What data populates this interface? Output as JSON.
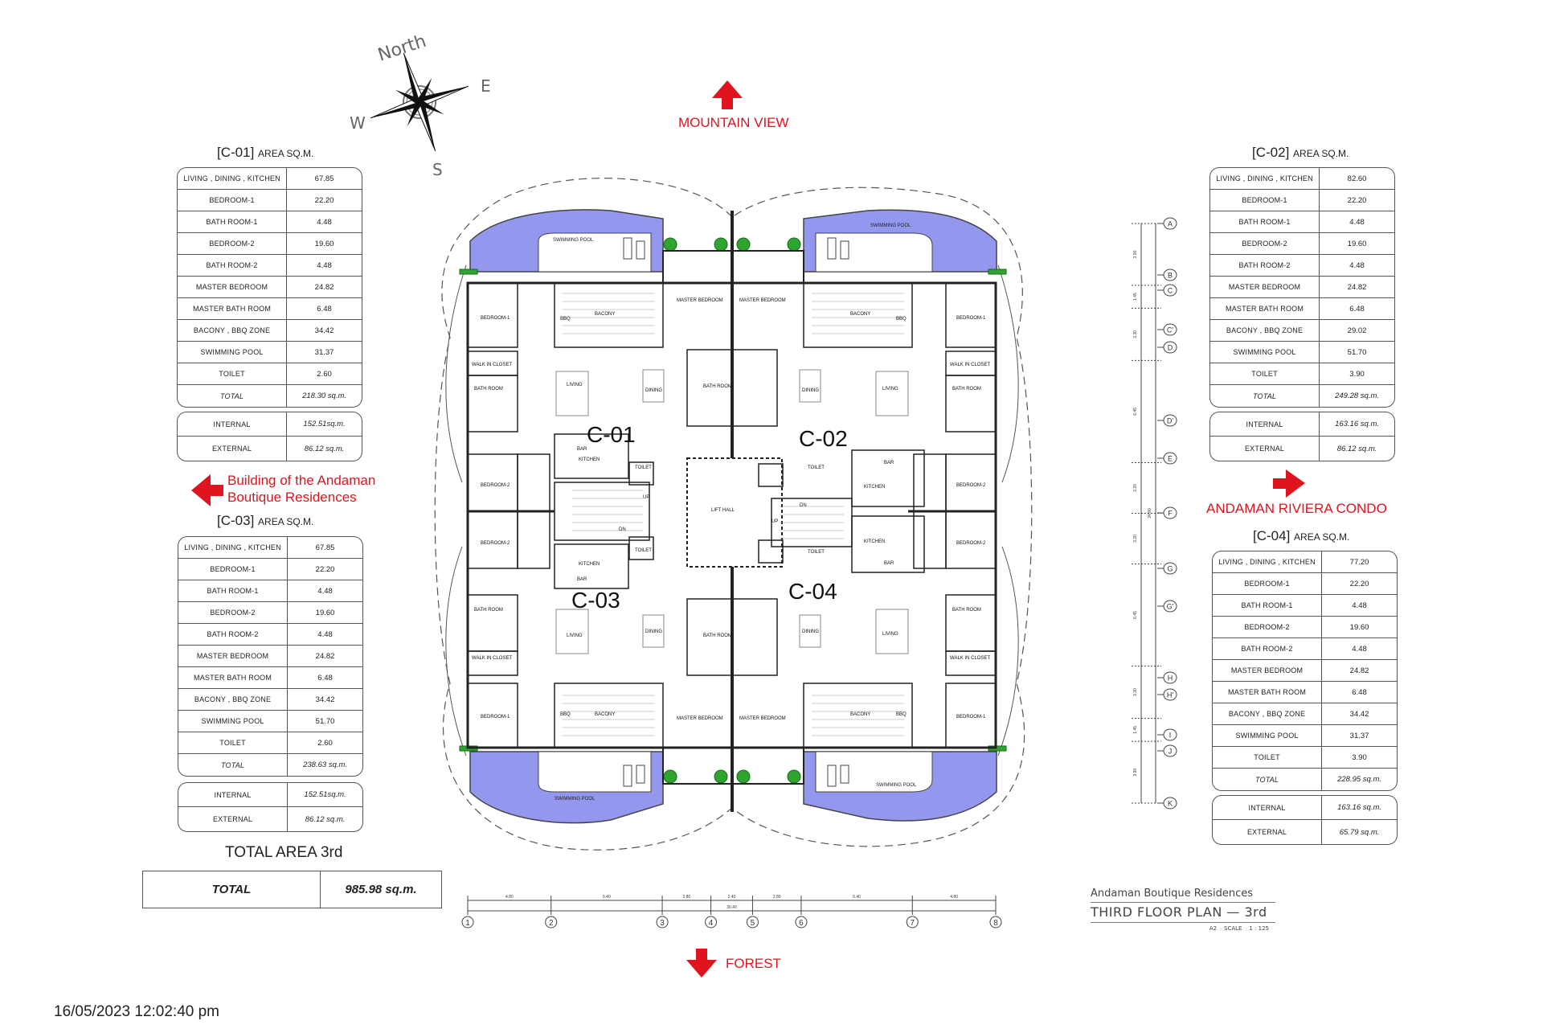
{
  "compass": {
    "north": "North",
    "east": "E",
    "south": "S",
    "west": "W"
  },
  "directions": {
    "top": "MOUNTAIN VIEW",
    "bottom": "FOREST",
    "left_line1": "Building of the Andaman",
    "left_line2": "Boutique Residences",
    "right": "ANDAMAN RIVIERA CONDO"
  },
  "units": [
    {
      "id": "[C-01]",
      "sub": "AREA SQ.M.",
      "rows": [
        [
          "LIVING , DINING , KITCHEN",
          "67.85"
        ],
        [
          "BEDROOM-1",
          "22.20"
        ],
        [
          "BATH ROOM-1",
          "4.48"
        ],
        [
          "BEDROOM-2",
          "19.60"
        ],
        [
          "BATH ROOM-2",
          "4.48"
        ],
        [
          "MASTER BEDROOM",
          "24.82"
        ],
        [
          "MASTER BATH ROOM",
          "6.48"
        ],
        [
          "BACONY , BBQ  ZONE",
          "34.42"
        ],
        [
          "SWIMMING POOL",
          "31.37"
        ],
        [
          "TOILET",
          "2.60"
        ],
        [
          "TOTAL",
          "218.30 sq.m."
        ]
      ],
      "internal": [
        "INTERNAL",
        "152.51sq.m."
      ],
      "external": [
        "EXTERNAL",
        "86.12 sq.m."
      ]
    },
    {
      "id": "[C-02]",
      "sub": "AREA SQ.M.",
      "rows": [
        [
          "LIVING , DINING , KITCHEN",
          "82.60"
        ],
        [
          "BEDROOM-1",
          "22.20"
        ],
        [
          "BATH ROOM-1",
          "4.48"
        ],
        [
          "BEDROOM-2",
          "19.60"
        ],
        [
          "BATH ROOM-2",
          "4.48"
        ],
        [
          "MASTER BEDROOM",
          "24.82"
        ],
        [
          "MASTER BATH ROOM",
          "6.48"
        ],
        [
          "BACONY , BBQ  ZONE",
          "29.02"
        ],
        [
          "SWIMMING POOL",
          "51.70"
        ],
        [
          "TOILET",
          "3.90"
        ],
        [
          "TOTAL",
          "249.28 sq.m."
        ]
      ],
      "internal": [
        "INTERNAL",
        "163.16 sq.m."
      ],
      "external": [
        "EXTERNAL",
        "86.12 sq.m."
      ]
    },
    {
      "id": "[C-03]",
      "sub": "AREA SQ.M.",
      "rows": [
        [
          "LIVING , DINING , KITCHEN",
          "67.85"
        ],
        [
          "BEDROOM-1",
          "22.20"
        ],
        [
          "BATH ROOM-1",
          "4.48"
        ],
        [
          "BEDROOM-2",
          "19.60"
        ],
        [
          "BATH ROOM-2",
          "4.48"
        ],
        [
          "MASTER BEDROOM",
          "24.82"
        ],
        [
          "MASTER BATH ROOM",
          "6.48"
        ],
        [
          "BACONY , BBQ  ZONE",
          "34.42"
        ],
        [
          "SWIMMING POOL",
          "51.70"
        ],
        [
          "TOILET",
          "2.60"
        ],
        [
          "TOTAL",
          "238.63 sq.m."
        ]
      ],
      "internal": [
        "INTERNAL",
        "152.51sq.m."
      ],
      "external": [
        "EXTERNAL",
        "86.12 sq.m."
      ]
    },
    {
      "id": "[C-04]",
      "sub": "AREA SQ.M.",
      "rows": [
        [
          "LIVING , DINING , KITCHEN",
          "77.20"
        ],
        [
          "BEDROOM-1",
          "22.20"
        ],
        [
          "BATH ROOM-1",
          "4.48"
        ],
        [
          "BEDROOM-2",
          "19.60"
        ],
        [
          "BATH ROOM-2",
          "4.48"
        ],
        [
          "MASTER BEDROOM",
          "24.82"
        ],
        [
          "MASTER BATH ROOM",
          "6.48"
        ],
        [
          "BACONY , BBQ  ZONE",
          "34.42"
        ],
        [
          "SWIMMING POOL",
          "31.37"
        ],
        [
          "TOILET",
          "3.90"
        ],
        [
          "TOTAL",
          "228.95 sq.m."
        ]
      ],
      "internal": [
        "INTERNAL",
        "163.16 sq.m."
      ],
      "external": [
        "EXTERNAL",
        "65.79 sq.m."
      ]
    }
  ],
  "total_area": {
    "heading": "TOTAL AREA  3rd",
    "label": "TOTAL",
    "value": "985.98 sq.m."
  },
  "timestamp": "16/05/2023 12:02:40 pm",
  "title_block": {
    "project": "Andaman Boutique Residences",
    "title": "THIRD FLOOR PLAN  —  3rd",
    "sheet": "A2",
    "scale_label": "SCALE",
    "scale": "1 : 125"
  },
  "plan": {
    "unit_labels": [
      "C-01",
      "C-02",
      "C-03",
      "C-04"
    ],
    "lift_hall": "LIFT HALL",
    "pool": "SWIMMING POOL",
    "rooms": {
      "bedroom1": "BEDROOM-1",
      "bedroom2": "BEDROOM-2",
      "balcony": "BACONY",
      "master": "MASTER BEDROOM",
      "living": "LIVING",
      "dining": "DINING",
      "kitchen": "KITCHEN",
      "bar": "BAR",
      "toilet": "TOILET",
      "bbq": "BBQ",
      "closet": "WALK IN CLOSET",
      "bath": "BATH ROOM",
      "up": "UP",
      "dn": "DN"
    }
  },
  "grid": {
    "columns": [
      "1",
      "2",
      "3",
      "4",
      "5",
      "6",
      "7",
      "8"
    ],
    "column_dims": [
      "4.80",
      "6.40",
      "2.80",
      "2.40",
      "2.80",
      "6.40",
      "4.80"
    ],
    "column_total": "30.40",
    "rows": [
      "A",
      "B",
      "C",
      "C'",
      "D",
      "D'",
      "E",
      "F",
      "G",
      "G'",
      "H",
      "H'",
      "I",
      "J",
      "K"
    ],
    "row_dims": [
      "3.90",
      "1.45",
      "3.30",
      "6.45",
      "3.20",
      "3.20",
      "6.45",
      "3.30",
      "1.45",
      "3.90"
    ],
    "row_total": "34.80"
  },
  "colors": {
    "pool": "#9497ee",
    "accent": "#e0141e",
    "tree": "#2fa52f"
  }
}
